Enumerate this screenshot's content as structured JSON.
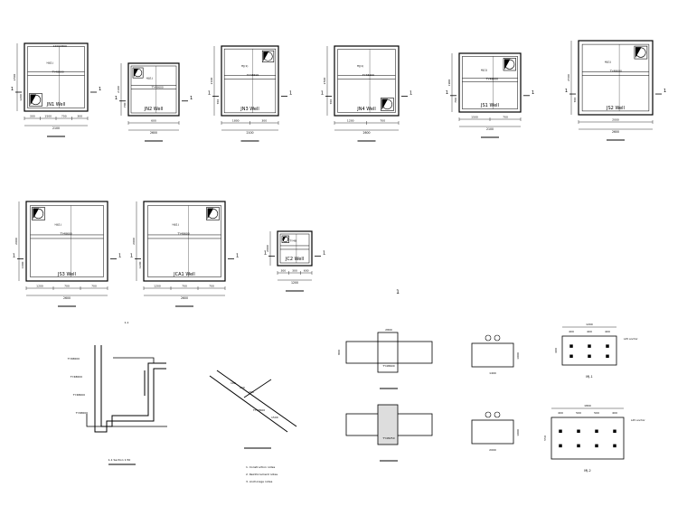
{
  "pits": [
    {
      "code": "JN1",
      "name": "JN1 Well",
      "dims_bottom": [
        "300",
        "1500",
        "700",
        "300"
      ],
      "total_width": "2100",
      "side_dims": [
        "2500",
        "1200"
      ],
      "cut_marks": [
        "1",
        "1"
      ],
      "labels": [
        "HJ(1)",
        "TY48600"
      ],
      "cover": "1200X800"
    },
    {
      "code": "JN2",
      "name": "JN2 Well",
      "dims_bottom": [
        "600"
      ],
      "total_width": "2600",
      "side_dims": [
        "2100",
        "700"
      ],
      "cut_marks": [
        "1",
        "1"
      ],
      "labels": [
        "HJ(1)",
        "TY48600"
      ],
      "cover": ""
    },
    {
      "code": "JN3",
      "name": "JN3 Well",
      "dims_bottom": [
        "1800",
        "300"
      ],
      "total_width": "2100",
      "side_dims": [
        "2100",
        "700"
      ],
      "cut_marks": [
        "1",
        "1"
      ],
      "labels": [
        "HJ(1)",
        "TY48600"
      ],
      "cover": ""
    },
    {
      "code": "JN4",
      "name": "JN4 Well",
      "dims_bottom": [
        "1200",
        "700"
      ],
      "total_width": "2600",
      "side_dims": [
        "2500",
        "700"
      ],
      "cut_marks": [
        "1",
        "1"
      ],
      "labels": [
        "HJ(1)",
        "TY48600"
      ],
      "cover": ""
    },
    {
      "code": "JS1",
      "name": "JS1 Well",
      "dims_bottom": [
        "1500",
        "700"
      ],
      "total_width": "2100",
      "side_dims": [
        "1900",
        "700"
      ],
      "cut_marks": [
        "1",
        "1"
      ],
      "labels": [
        "HJ(1)",
        "TY48600"
      ],
      "cover": ""
    },
    {
      "code": "JS2",
      "name": "JS2 Well",
      "dims_bottom": [
        "2000"
      ],
      "total_width": "2600",
      "side_dims": [
        "2500",
        "700"
      ],
      "cut_marks": [
        "1",
        "1"
      ],
      "labels": [
        "HJ(1)",
        "TY48600"
      ],
      "cover": ""
    },
    {
      "code": "JS3",
      "name": "JS3 Well",
      "dims_bottom": [
        "1200",
        "700",
        "700"
      ],
      "total_width": "2600",
      "side_dims": [
        "2000",
        "1000"
      ],
      "cut_marks": [
        "1",
        "1"
      ],
      "labels": [
        "HJ(1)",
        "TY48600"
      ],
      "cover": ""
    },
    {
      "code": "JCA1",
      "name": "JCA1 Well",
      "dims_bottom": [
        "1200",
        "700",
        "700"
      ],
      "total_width": "2600",
      "side_dims": [
        "2000",
        "1200"
      ],
      "cut_marks": [
        "1",
        "1"
      ],
      "labels": [
        "HJ(1)",
        "TY48600"
      ],
      "cover": ""
    },
    {
      "code": "JC2",
      "name": "JC2 Well",
      "dims_bottom": [
        "300",
        "300",
        "600"
      ],
      "total_width": "1200",
      "side_dims": [
        "2000"
      ],
      "cut_marks": [
        "1",
        "1"
      ],
      "labels": [
        "TY48"
      ],
      "cover": ""
    }
  ],
  "page_number": "1",
  "section": {
    "title": "1-1",
    "labels": [
      "TY48600",
      "TY48600",
      "TY48600",
      "TY48600"
    ],
    "footer": "1-1 Section 1:50"
  },
  "slope_detail": {
    "dims": [
      "100",
      "200",
      "200"
    ],
    "labels": [
      "TY48600",
      "1500"
    ],
    "notes": [
      "1. Construction notes",
      "2. Reinforcement notes",
      "3. Anchorage notes"
    ]
  },
  "beam_details": [
    {
      "dim_top": "2800",
      "dim_bottom": "",
      "side": "800",
      "label": "TY48600"
    },
    {
      "dim_top": "",
      "dim_bottom": "",
      "side": "",
      "label": "TY48250"
    }
  ],
  "small_sections": [
    {
      "dim": "1400",
      "side": "1000"
    },
    {
      "dim": "2000",
      "side": "1000"
    }
  ],
  "embed_plates": [
    {
      "name": "MJ-1",
      "dims_top": [
        "400",
        "400",
        "400"
      ],
      "total": "1200",
      "side": "400",
      "note": "L45 anchor"
    },
    {
      "name": "MJ-2",
      "dims_top": [
        "400",
        "500",
        "500",
        "400"
      ],
      "total": "1800",
      "side": "550",
      "note": "L45 anchor"
    }
  ]
}
